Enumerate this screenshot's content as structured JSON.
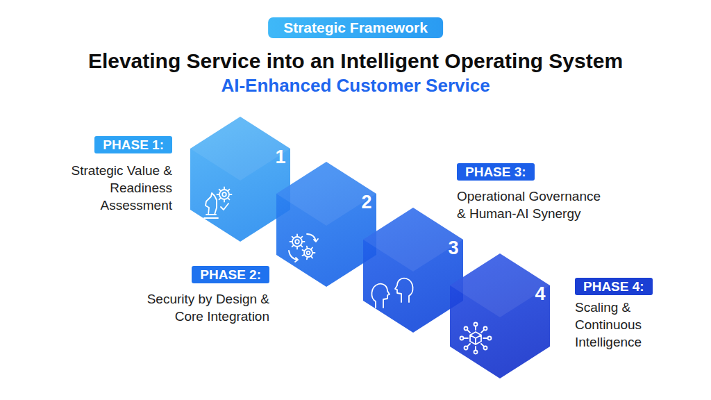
{
  "diagram": {
    "title": "Elevating Service into an Intelligent Operating System",
    "nodes": [
      {
        "text": [
          "Strategic Framework"
        ]
      },
      {
        "text": [
          "PHASE 1:",
          "Strategic Value & Readiness Assessment"
        ]
      },
      {
        "text": [
          "PHASE 2:",
          "Security by Design & Core Integration"
        ]
      },
      {
        "text": [
          "PHASE 3:",
          "Operational Governance & Human-AI Synergy"
        ]
      },
      {
        "text": [
          "PHASE 4:",
          "Scaling & Continuous Intelligence"
        ]
      },
      {
        "text": [
          "1"
        ]
      },
      {
        "text": [
          "2"
        ]
      },
      {
        "text": [
          "3"
        ]
      },
      {
        "text": [
          "4"
        ]
      }
    ],
    "labels": [
      "AI-Enhanced Customer Service"
    ]
  }
}
